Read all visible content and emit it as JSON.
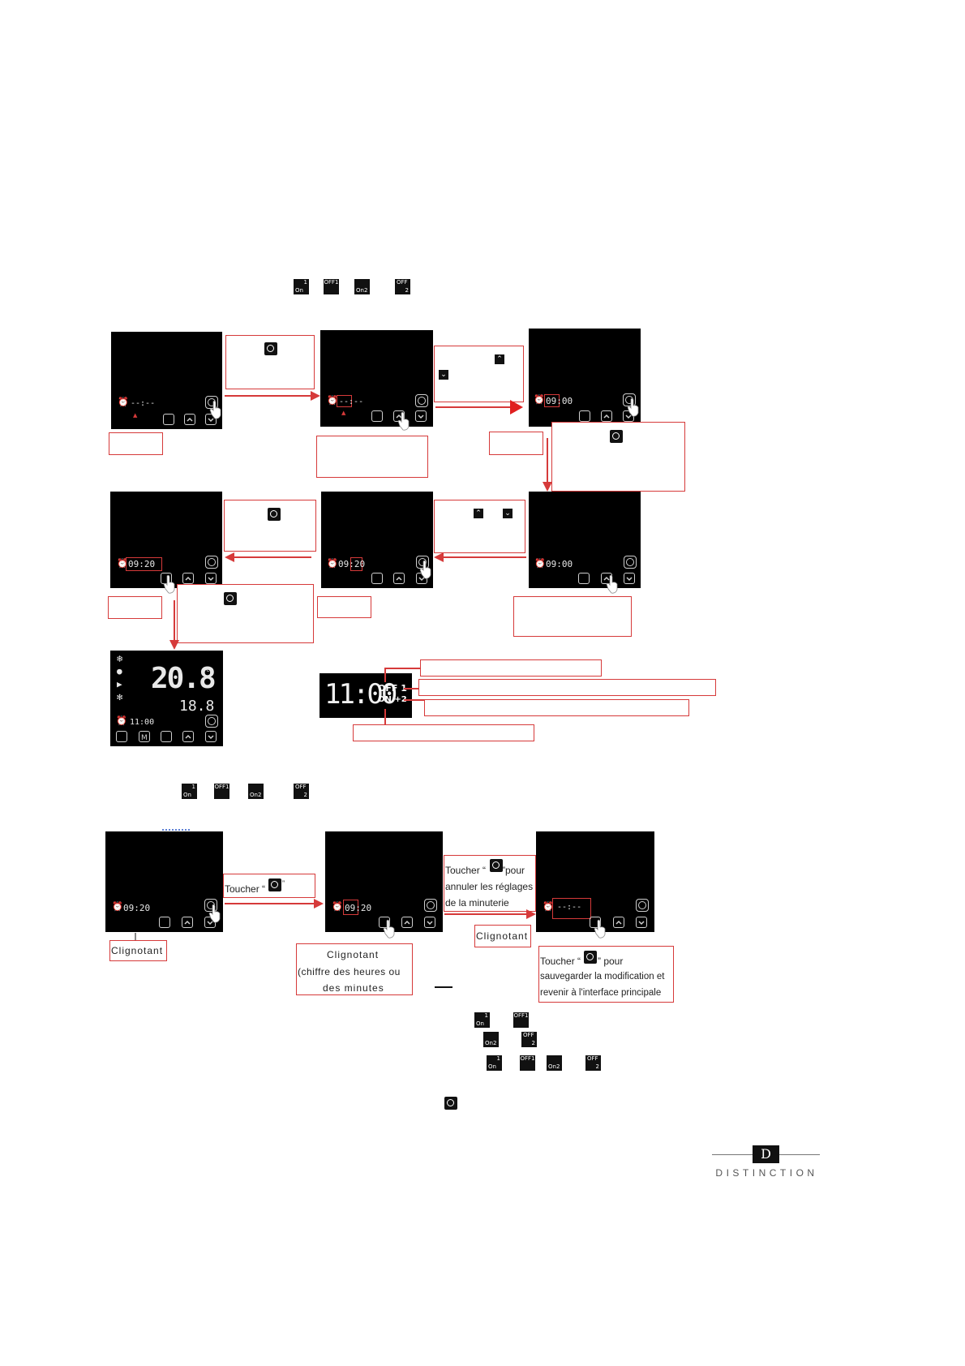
{
  "chips": {
    "on1_top": "1",
    "on1_bottom": "On",
    "off1": "OFF1",
    "on2": "On2",
    "off2_top": "OFF",
    "off2_bottom": "2"
  },
  "screens": {
    "s1_time": "--:--",
    "s2_time": "--:--",
    "s3_time": "09:00",
    "s4_time": "09:20",
    "s5_time": "09:20",
    "s6_time": "09:00",
    "home_temp_big": "20.8",
    "home_temp_small": "18.8",
    "home_time": "11:00",
    "timer_display_time": "11:00",
    "timer_display_off": "OFF 1",
    "timer_display_on": "ON +2",
    "b1_time": "09:20",
    "b2_time": "09:20",
    "b3_time": "--:--"
  },
  "labels": {
    "toucher": "Toucher “",
    "toucher_end": "”",
    "clignotant": "Clignotant",
    "clignotant2": "Clignotant",
    "clignotant3_l1": "Clignotant",
    "clignotant3_l2": "(chiffre des heures ou",
    "clignotant3_l3": "des minutes",
    "cancel_l1a": "Toucher “",
    "cancel_l1b": "”pour",
    "cancel_l2": "annuler les réglages",
    "cancel_l3": "de la minuterie",
    "save_l1a": "Toucher “",
    "save_l1b": "” pour",
    "save_l2": "sauvegarder la modification et",
    "save_l3": "revenir à l'interface principale"
  },
  "logo": {
    "letter": "D",
    "word": "DISTINCTION"
  },
  "colors": {
    "accent_red": "#d63a3a",
    "screen_black": "#000000"
  }
}
